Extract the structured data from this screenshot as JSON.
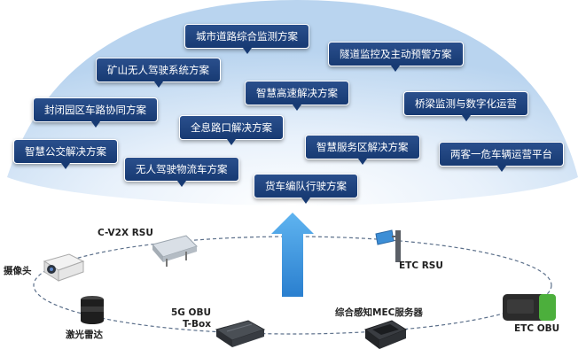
{
  "solutions": [
    {
      "text": "城市道路综合监测方案"
    },
    {
      "text": "隧道监控及主动预警方案"
    },
    {
      "text": "矿山无人驾驶系统方案"
    },
    {
      "text": "智慧高速解决方案"
    },
    {
      "text": "桥梁监测与数字化运营"
    },
    {
      "text": "封闭园区车路协同方案"
    },
    {
      "text": "全息路口解决方案"
    },
    {
      "text": "智慧公交解决方案"
    },
    {
      "text": "智慧服务区解决方案"
    },
    {
      "text": "两客一危车辆运营平台"
    },
    {
      "text": "无人驾驶物流车方案"
    },
    {
      "text": "货车编队行驶方案"
    }
  ],
  "devices": {
    "cv2x_rsu": "C-V2X RSU",
    "etc_rsu": "ETC RSU",
    "camera": "摄像头",
    "lidar": "激光雷达",
    "obu_5g_line1": "5G OBU",
    "obu_5g_line2": "T-Box",
    "mec_server": "综合感知MEC服务器",
    "etc_obu": "ETC OBU"
  },
  "colors": {
    "box_fill": "#1f4584",
    "dome_center": "#d7e8f8",
    "arrow": "#2f8fd8"
  }
}
